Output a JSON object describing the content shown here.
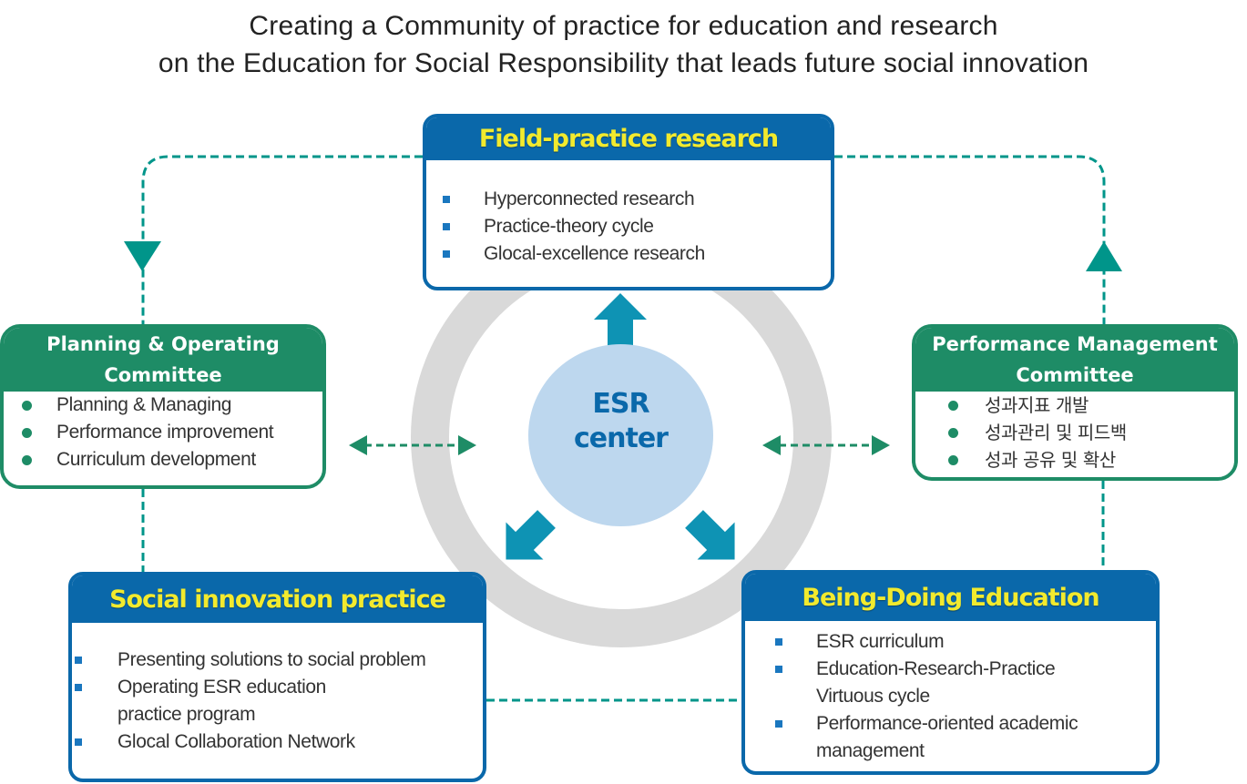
{
  "title": {
    "line1": "Creating a Community of practice for education and research",
    "line2": "on the Education for Social Responsibility that leads future social innovation"
  },
  "center": {
    "line1": "ESR",
    "line2": "center"
  },
  "boxes": {
    "field_practice": {
      "heading": "Field-practice research",
      "items": [
        "Hyperconnected research",
        "Practice-theory cycle",
        "Glocal-excellence research"
      ]
    },
    "planning": {
      "heading_line1": "Planning & Operating",
      "heading_line2": "Committee",
      "items": [
        "Planning & Managing",
        "Performance improvement",
        "Curriculum development"
      ]
    },
    "performance": {
      "heading_line1": "Performance Management",
      "heading_line2": "Committee",
      "items": [
        "성과지표 개발",
        "성과관리 및 피드백",
        "성과 공유 및 확산"
      ]
    },
    "social_innovation": {
      "heading": "Social innovation practice",
      "items": [
        "Presenting solutions to social problem",
        "Operating ESR education",
        "practice program",
        "Glocal Collaboration Network"
      ]
    },
    "being_doing": {
      "heading": "Being-Doing Education",
      "items": [
        "ESR curriculum",
        "Education-Research-Practice",
        "Virtuous cycle",
        "Performance-oriented academic",
        "management"
      ]
    }
  },
  "colors": {
    "blue_box": "#0a68aa",
    "green_box": "#1e8c66",
    "heading_yellow": "#f2ea2e",
    "teal_connector": "#00958a",
    "arrow_teal": "#0e93b4",
    "ring_gray": "#d9d9d9",
    "center_fill": "#bdd7ee"
  }
}
